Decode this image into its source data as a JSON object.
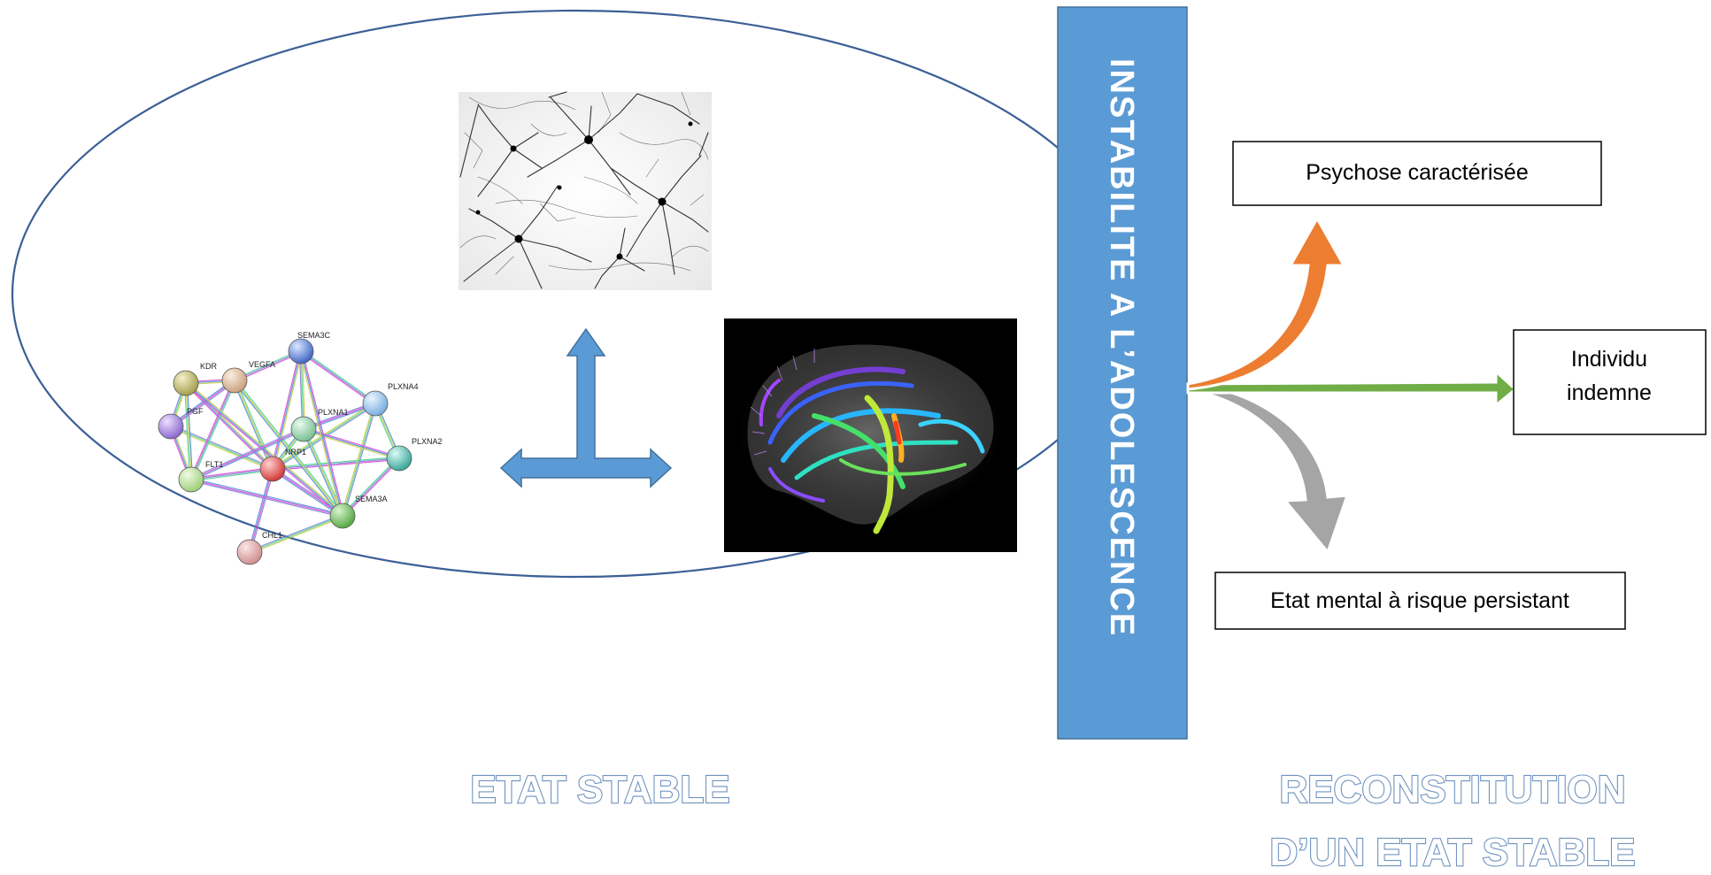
{
  "main_bar": {
    "label": "INSTABILITE  A  L’ADOLESCENCE"
  },
  "outcomes": {
    "psychosis": "Psychose caractérisée",
    "unaffected_line1": "Individu",
    "unaffected_line2": "indemne",
    "persistent_risk": "Etat mental à risque persistant"
  },
  "captions": {
    "stable": "ETAT STABLE",
    "reconstitution_line1": "RECONSTITUTION",
    "reconstitution_line2": "D’UN ETAT STABLE"
  },
  "network": {
    "nodes": [
      "SEMA3C",
      "KDR",
      "VEGFA",
      "PLXNA4",
      "PGF",
      "PLXNA1",
      "PLXNA2",
      "FLT1",
      "NRP1",
      "SEMA3A",
      "CHL1"
    ]
  },
  "colors": {
    "bar": "#5b9bd5",
    "arrow_blue": "#5b9bd5",
    "arrow_orange": "#ed7d31",
    "arrow_green": "#70ad47",
    "arrow_gray": "#a5a5a5",
    "caption_outline": "#6f93bf"
  }
}
